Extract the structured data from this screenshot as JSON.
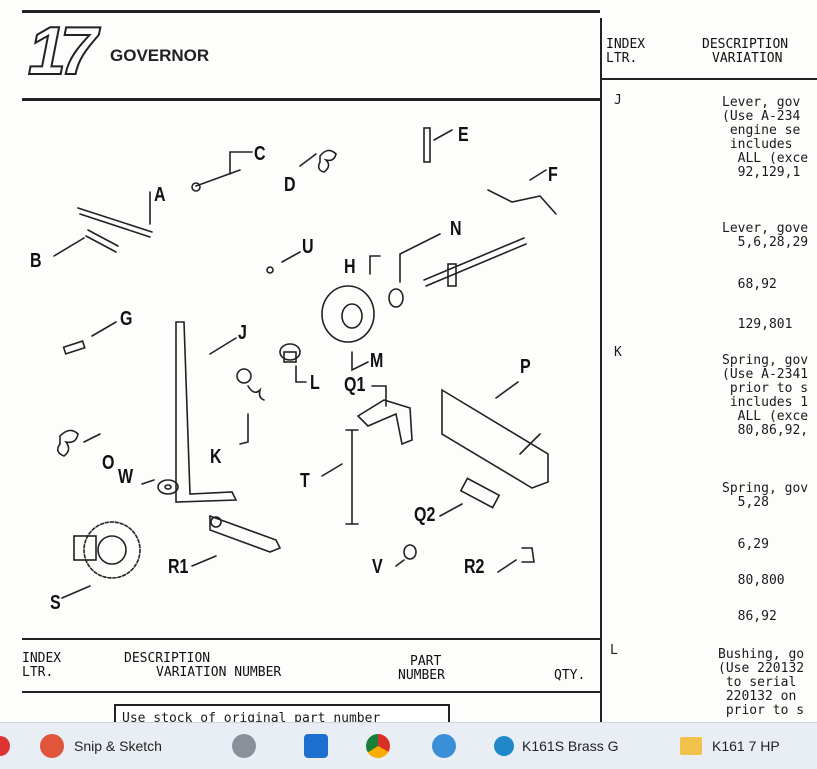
{
  "page": {
    "chapter_number": "17",
    "chapter_title": "GOVERNOR",
    "diagram_labels": [
      "A",
      "B",
      "C",
      "D",
      "E",
      "F",
      "G",
      "H",
      "J",
      "K",
      "L",
      "M",
      "N",
      "O",
      "P",
      "Q1",
      "Q2",
      "R1",
      "R2",
      "S",
      "T",
      "U",
      "V",
      "W"
    ],
    "right_header": {
      "index": "INDEX",
      "ltr": "LTR.",
      "description": "DESCRIPTION",
      "variation": "VARIATION"
    },
    "right_entries": [
      {
        "index": "J",
        "lines": [
          "Lever, gov",
          "(Use A-234",
          " engine se",
          " includes ",
          "  ALL (exce",
          "  92,129,1"
        ]
      },
      {
        "index": "",
        "lines": [
          "Lever, gove",
          "  5,6,28,29"
        ]
      },
      {
        "index": "",
        "lines": [
          "  68,92"
        ]
      },
      {
        "index": "",
        "lines": [
          "  129,801"
        ]
      },
      {
        "index": "K",
        "lines": [
          "Spring, gov",
          "(Use A-2341",
          " prior to s",
          " includes 1",
          "  ALL (exce",
          "  80,86,92,"
        ]
      },
      {
        "index": "",
        "lines": [
          "Spring, gov",
          "  5,28"
        ]
      },
      {
        "index": "",
        "lines": [
          "  6,29"
        ]
      },
      {
        "index": "",
        "lines": [
          "  80,800"
        ]
      },
      {
        "index": "",
        "lines": [
          "  86,92"
        ]
      },
      {
        "index": "L",
        "lines": [
          "Bushing, go",
          "(Use 220132",
          " to serial ",
          " 220132 on ",
          " prior to s"
        ]
      }
    ],
    "bottom_header": {
      "index": "INDEX",
      "ltr": "LTR.",
      "description": "DESCRIPTION",
      "variation": "VARIATION NUMBER",
      "part": "PART",
      "number": "NUMBER",
      "qty": "QTY."
    },
    "stock_note": "Use stock of original part number"
  },
  "taskbar": {
    "items": [
      {
        "label": "Snip & Sketch",
        "icon": "snip-sketch-icon"
      },
      {
        "label": "",
        "icon": "rss-icon"
      },
      {
        "label": "",
        "icon": "mail-icon"
      },
      {
        "label": "",
        "icon": "chrome-icon"
      },
      {
        "label": "",
        "icon": "edge-icon"
      },
      {
        "label": "K161S Brass G",
        "icon": "edge-tab-icon"
      },
      {
        "label": "K161 7 HP",
        "icon": "folder-icon"
      }
    ]
  },
  "colors": {
    "ink": "#222222",
    "paper": "#fdfdfb",
    "taskbar": "#e9eef5"
  }
}
